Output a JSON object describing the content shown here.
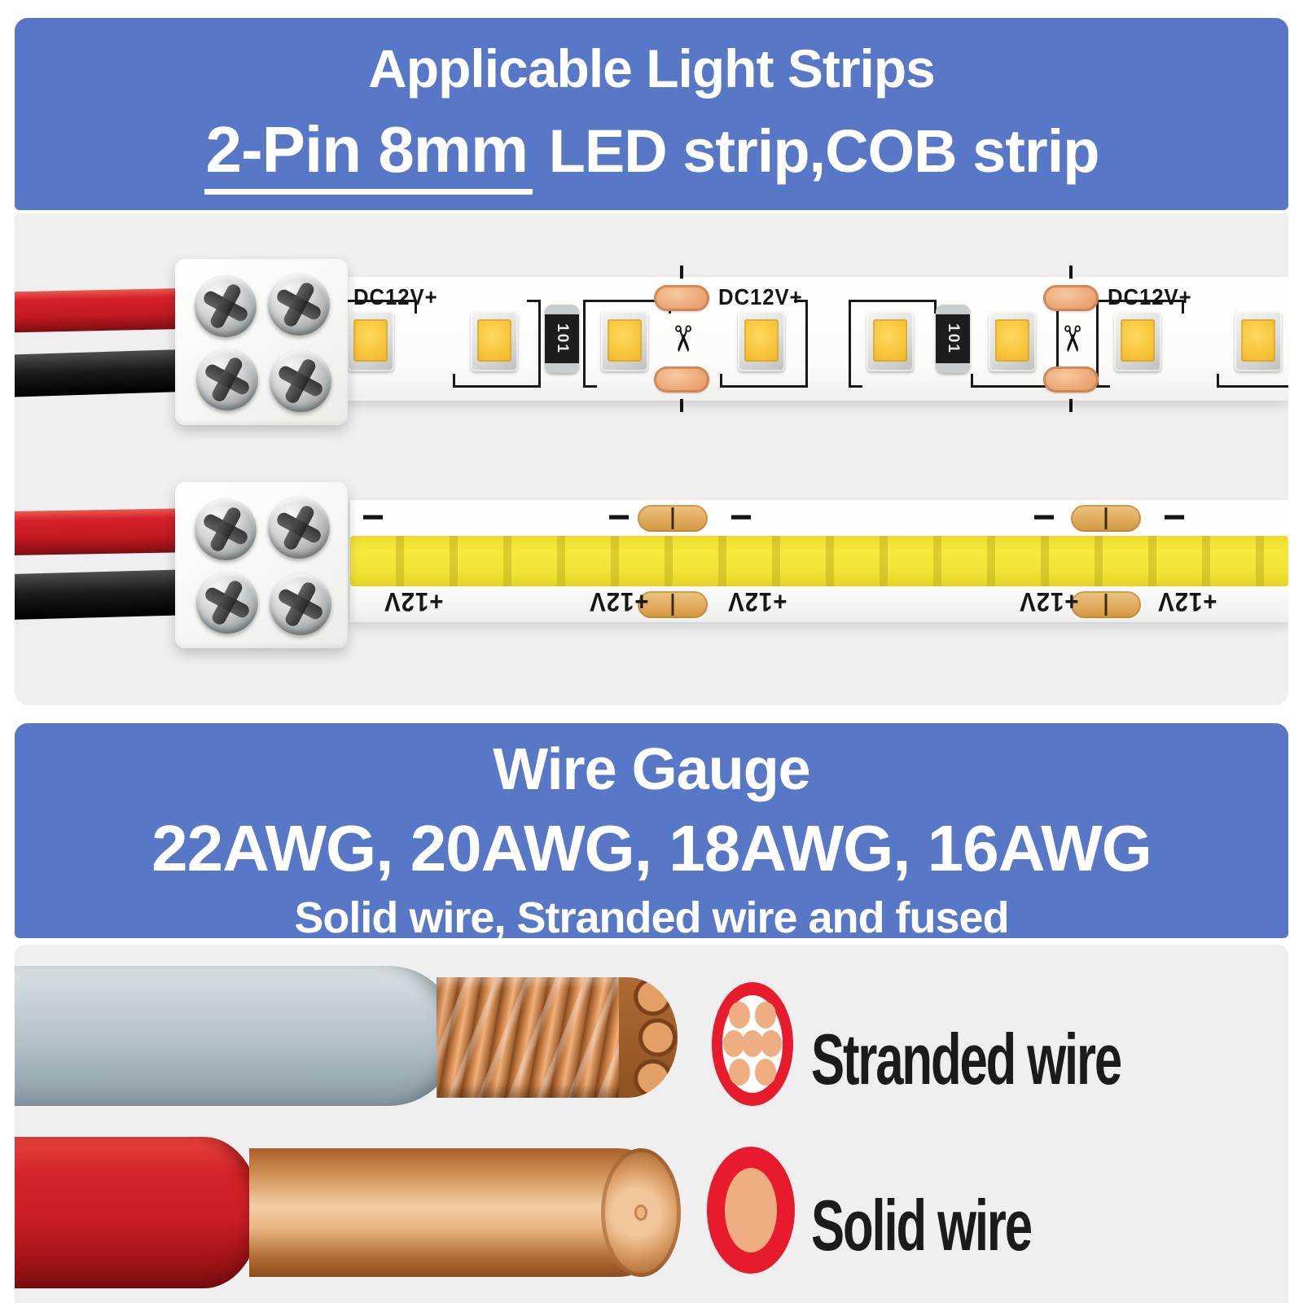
{
  "banner_top": {
    "title": "Applicable Light Strips",
    "subtitle_highlight": "2-Pin 8mm",
    "subtitle_rest": " LED strip,COB strip"
  },
  "led_strip": {
    "voltage_label": "DC12V+",
    "resistor_code": "101",
    "scissors_icon": "✂"
  },
  "cob_strip": {
    "voltage_label": "+12V",
    "minus_label": "−"
  },
  "banner_wire": {
    "title": "Wire Gauge",
    "gauges": "22AWG, 20AWG, 18AWG, 16AWG",
    "subtitle": "Solid wire, Stranded wire and fused"
  },
  "wire_types": {
    "stranded": "Stranded wire",
    "solid": "Solid wire"
  },
  "colors": {
    "banner_blue": "#5877C6",
    "section_gray": "#EFEFEF",
    "accent_red": "#E81B2C",
    "led_yellow": "#F7C43A",
    "cob_yellow": "#F3E335",
    "copper": "#C5803F"
  }
}
